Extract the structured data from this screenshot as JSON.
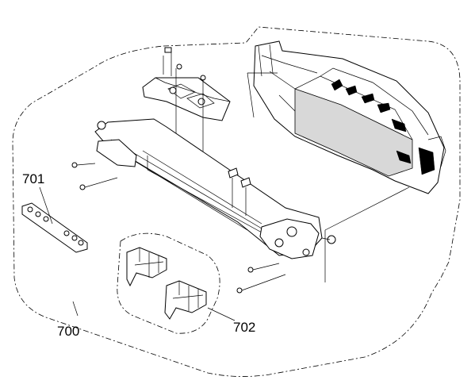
{
  "callouts": {
    "assembly": "700",
    "part_701": "701",
    "part_702": "702"
  }
}
